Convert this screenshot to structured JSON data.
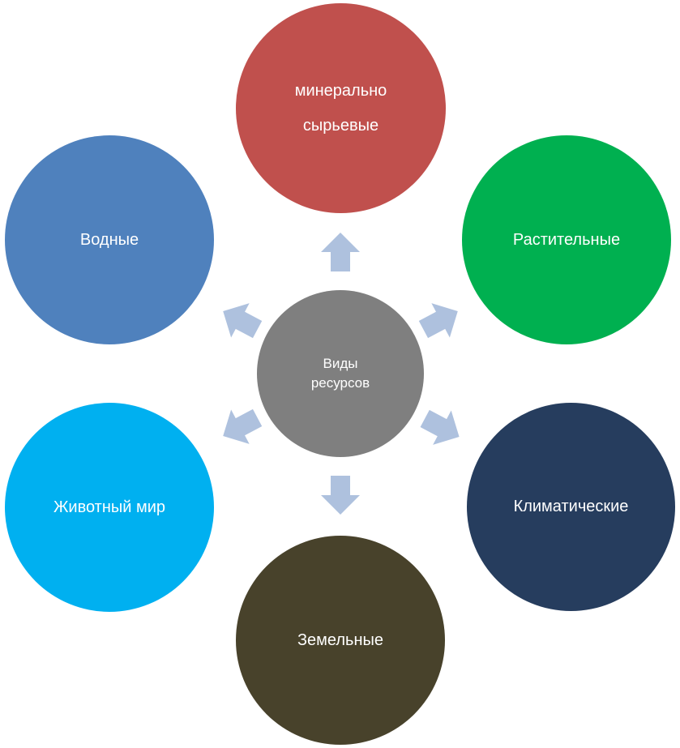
{
  "center": {
    "lines": [
      "Виды",
      "ресурсов"
    ],
    "color": "#7f7f7f"
  },
  "nodes": {
    "top": {
      "lines": [
        "минерально",
        "сырьевые"
      ],
      "color": "#c0504d"
    },
    "right1": {
      "lines": [
        "Растительные"
      ],
      "color": "#00b050"
    },
    "right2": {
      "lines": [
        "Климатические"
      ],
      "color": "#263d5e"
    },
    "bottom": {
      "lines": [
        "Земельные"
      ],
      "color": "#48422b"
    },
    "left2": {
      "lines": [
        "Животный мир"
      ],
      "color": "#00b0f0"
    },
    "left1": {
      "lines": [
        "Водные"
      ],
      "color": "#4f81bd"
    }
  },
  "arrow_color": "#aec1de"
}
